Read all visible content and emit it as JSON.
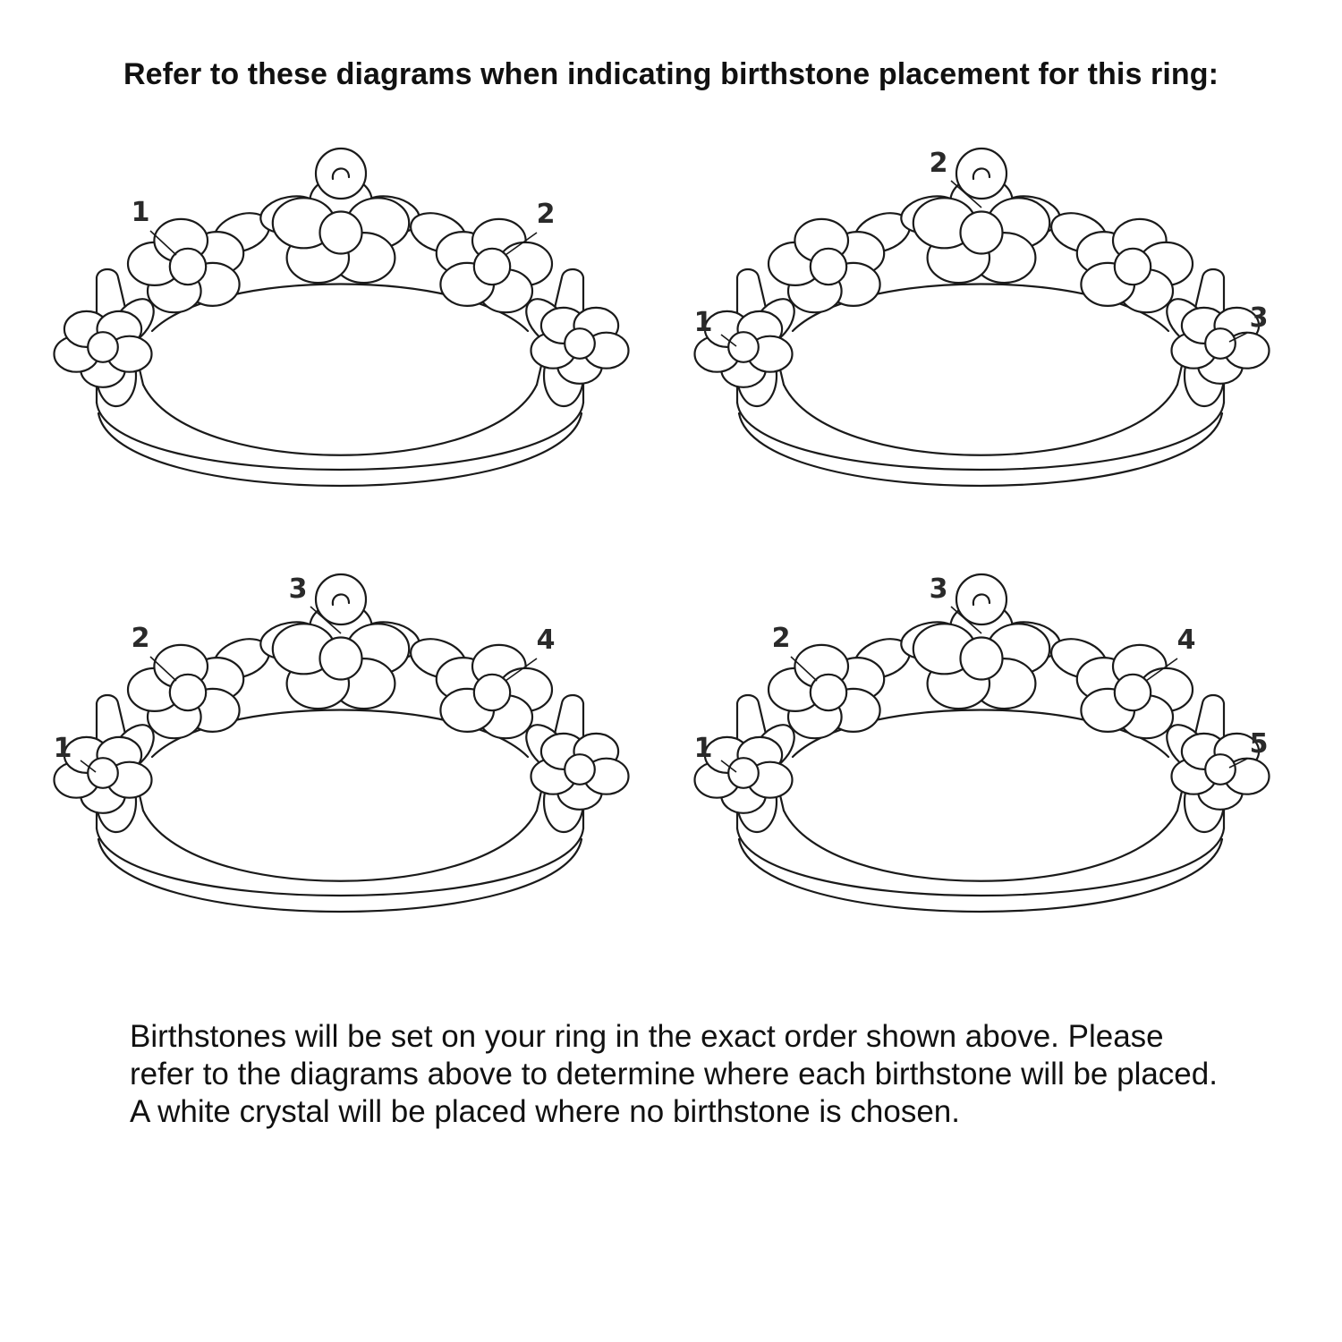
{
  "header": {
    "title": "Refer to these diagrams when indicating birthstone placement for this ring:"
  },
  "diagrams": [
    {
      "id": "two-stone",
      "labels": [
        {
          "text": "1",
          "stone": "left-inner"
        },
        {
          "text": "2",
          "stone": "right-inner"
        }
      ]
    },
    {
      "id": "three-stone",
      "labels": [
        {
          "text": "1",
          "stone": "left-outer"
        },
        {
          "text": "2",
          "stone": "center"
        },
        {
          "text": "3",
          "stone": "right-outer"
        }
      ]
    },
    {
      "id": "four-stone",
      "labels": [
        {
          "text": "1",
          "stone": "left-outer"
        },
        {
          "text": "2",
          "stone": "left-inner"
        },
        {
          "text": "3",
          "stone": "center"
        },
        {
          "text": "4",
          "stone": "right-inner"
        }
      ]
    },
    {
      "id": "five-stone",
      "labels": [
        {
          "text": "1",
          "stone": "left-outer"
        },
        {
          "text": "2",
          "stone": "left-inner"
        },
        {
          "text": "3",
          "stone": "center"
        },
        {
          "text": "4",
          "stone": "right-inner"
        },
        {
          "text": "5",
          "stone": "right-outer"
        }
      ]
    }
  ],
  "footer": {
    "text": "Birthstones will be set on your ring in the exact order shown above. Please refer to the diagrams above to determine where each birthstone will be placed. A white crystal will be placed where no birthstone is chosen."
  },
  "colors": {
    "line": "#1a1a1a",
    "label": "#2a2a2a",
    "background": "#ffffff"
  }
}
